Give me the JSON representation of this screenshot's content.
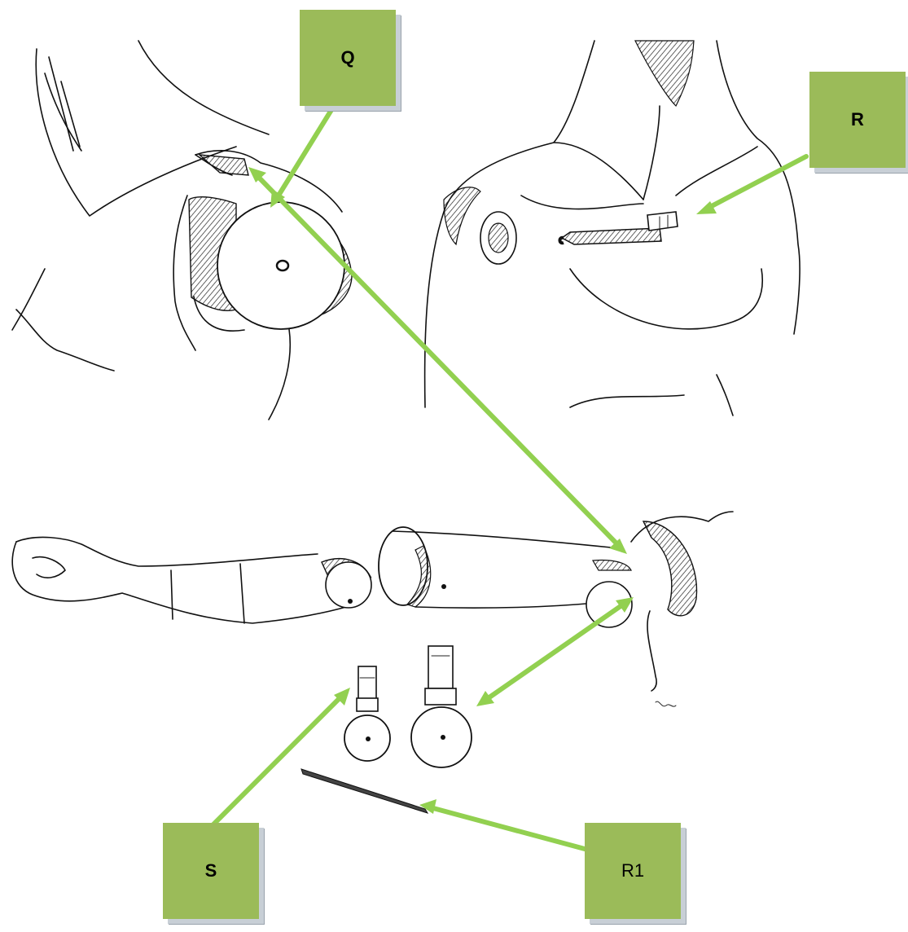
{
  "labels": {
    "q": "Q",
    "r": "R",
    "s": "S",
    "r1": "R1"
  },
  "colors": {
    "label_fill": "#9bbb59",
    "arrow": "#92d050",
    "ink": "#111111"
  }
}
